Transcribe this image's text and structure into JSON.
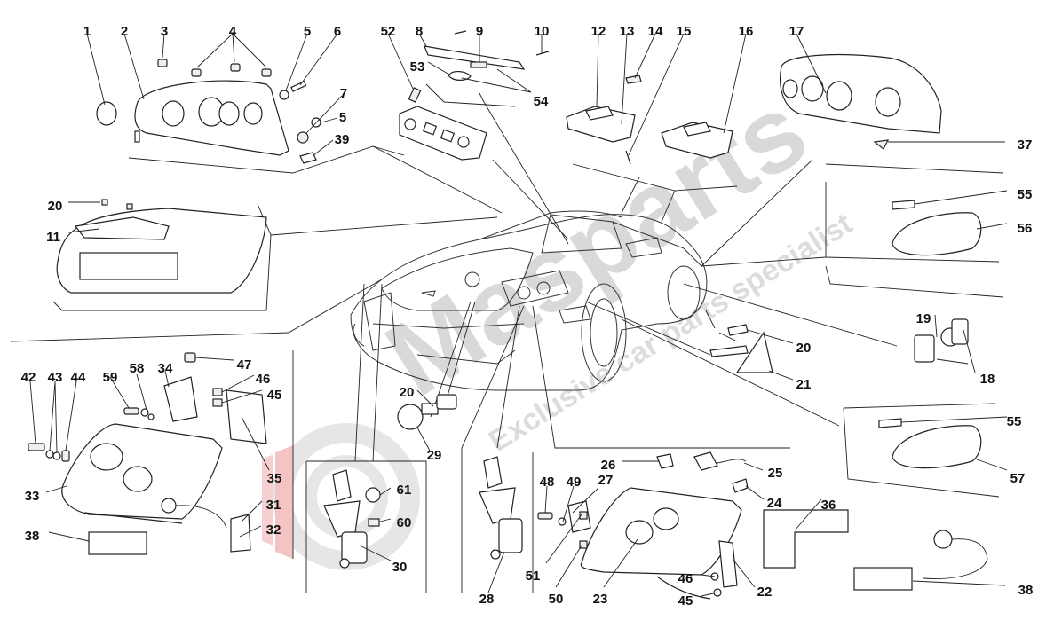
{
  "watermark": {
    "brand": "Masparts",
    "tagline": "Exclusive car parts specialist"
  },
  "callouts": [
    {
      "id": "c1",
      "label": "1"
    },
    {
      "id": "c2",
      "label": "2"
    },
    {
      "id": "c3",
      "label": "3"
    },
    {
      "id": "c4",
      "label": "4"
    },
    {
      "id": "c5a",
      "label": "5"
    },
    {
      "id": "c6",
      "label": "6"
    },
    {
      "id": "c7",
      "label": "7"
    },
    {
      "id": "c5b",
      "label": "5"
    },
    {
      "id": "c39",
      "label": "39"
    },
    {
      "id": "c52",
      "label": "52"
    },
    {
      "id": "c8",
      "label": "8"
    },
    {
      "id": "c9",
      "label": "9"
    },
    {
      "id": "c10",
      "label": "10"
    },
    {
      "id": "c53",
      "label": "53"
    },
    {
      "id": "c54",
      "label": "54"
    },
    {
      "id": "c12",
      "label": "12"
    },
    {
      "id": "c13",
      "label": "13"
    },
    {
      "id": "c14",
      "label": "14"
    },
    {
      "id": "c15",
      "label": "15"
    },
    {
      "id": "c16",
      "label": "16"
    },
    {
      "id": "c17",
      "label": "17"
    },
    {
      "id": "c37",
      "label": "37"
    },
    {
      "id": "c20a",
      "label": "20"
    },
    {
      "id": "c11",
      "label": "11"
    },
    {
      "id": "c55a",
      "label": "55"
    },
    {
      "id": "c56",
      "label": "56"
    },
    {
      "id": "c19",
      "label": "19"
    },
    {
      "id": "c18",
      "label": "18"
    },
    {
      "id": "c20b",
      "label": "20"
    },
    {
      "id": "c21",
      "label": "21"
    },
    {
      "id": "c55b",
      "label": "55"
    },
    {
      "id": "c57",
      "label": "57"
    },
    {
      "id": "c42",
      "label": "42"
    },
    {
      "id": "c43",
      "label": "43"
    },
    {
      "id": "c44",
      "label": "44"
    },
    {
      "id": "c59",
      "label": "59"
    },
    {
      "id": "c58",
      "label": "58"
    },
    {
      "id": "c34",
      "label": "34"
    },
    {
      "id": "c47",
      "label": "47"
    },
    {
      "id": "c46a",
      "label": "46"
    },
    {
      "id": "c45a",
      "label": "45"
    },
    {
      "id": "c35",
      "label": "35"
    },
    {
      "id": "c33",
      "label": "33"
    },
    {
      "id": "c31",
      "label": "31"
    },
    {
      "id": "c32",
      "label": "32"
    },
    {
      "id": "c38a",
      "label": "38"
    },
    {
      "id": "c20c",
      "label": "20"
    },
    {
      "id": "c29",
      "label": "29"
    },
    {
      "id": "c61",
      "label": "61"
    },
    {
      "id": "c60",
      "label": "60"
    },
    {
      "id": "c30",
      "label": "30"
    },
    {
      "id": "c28",
      "label": "28"
    },
    {
      "id": "c26",
      "label": "26"
    },
    {
      "id": "c25",
      "label": "25"
    },
    {
      "id": "c24",
      "label": "24"
    },
    {
      "id": "c48",
      "label": "48"
    },
    {
      "id": "c49",
      "label": "49"
    },
    {
      "id": "c27",
      "label": "27"
    },
    {
      "id": "c51",
      "label": "51"
    },
    {
      "id": "c50",
      "label": "50"
    },
    {
      "id": "c23",
      "label": "23"
    },
    {
      "id": "c36",
      "label": "36"
    },
    {
      "id": "c22",
      "label": "22"
    },
    {
      "id": "c46b",
      "label": "46"
    },
    {
      "id": "c45b",
      "label": "45"
    },
    {
      "id": "c38b",
      "label": "38"
    }
  ]
}
